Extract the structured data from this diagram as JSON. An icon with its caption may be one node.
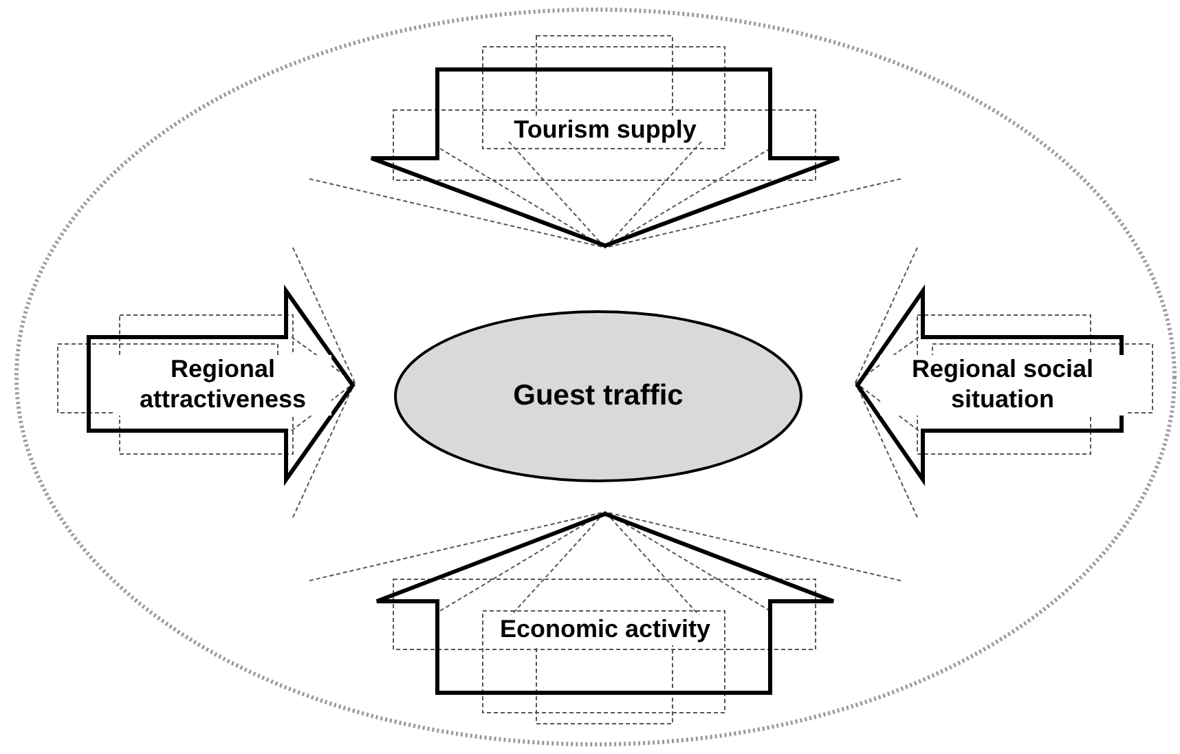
{
  "diagram": {
    "nodes": [
      {
        "text": [],
        "shape": "ellipse"
      },
      {
        "text": [
          "Tourism supply"
        ],
        "in": 0
      },
      {
        "text": [
          "Regional attractiveness"
        ],
        "in": 0
      },
      {
        "text": [
          "Guest traffic"
        ],
        "in": 0
      },
      {
        "text": [
          "Regional social situation"
        ],
        "in": 0
      },
      {
        "text": [
          "Economic activity"
        ],
        "in": 0
      }
    ]
  }
}
